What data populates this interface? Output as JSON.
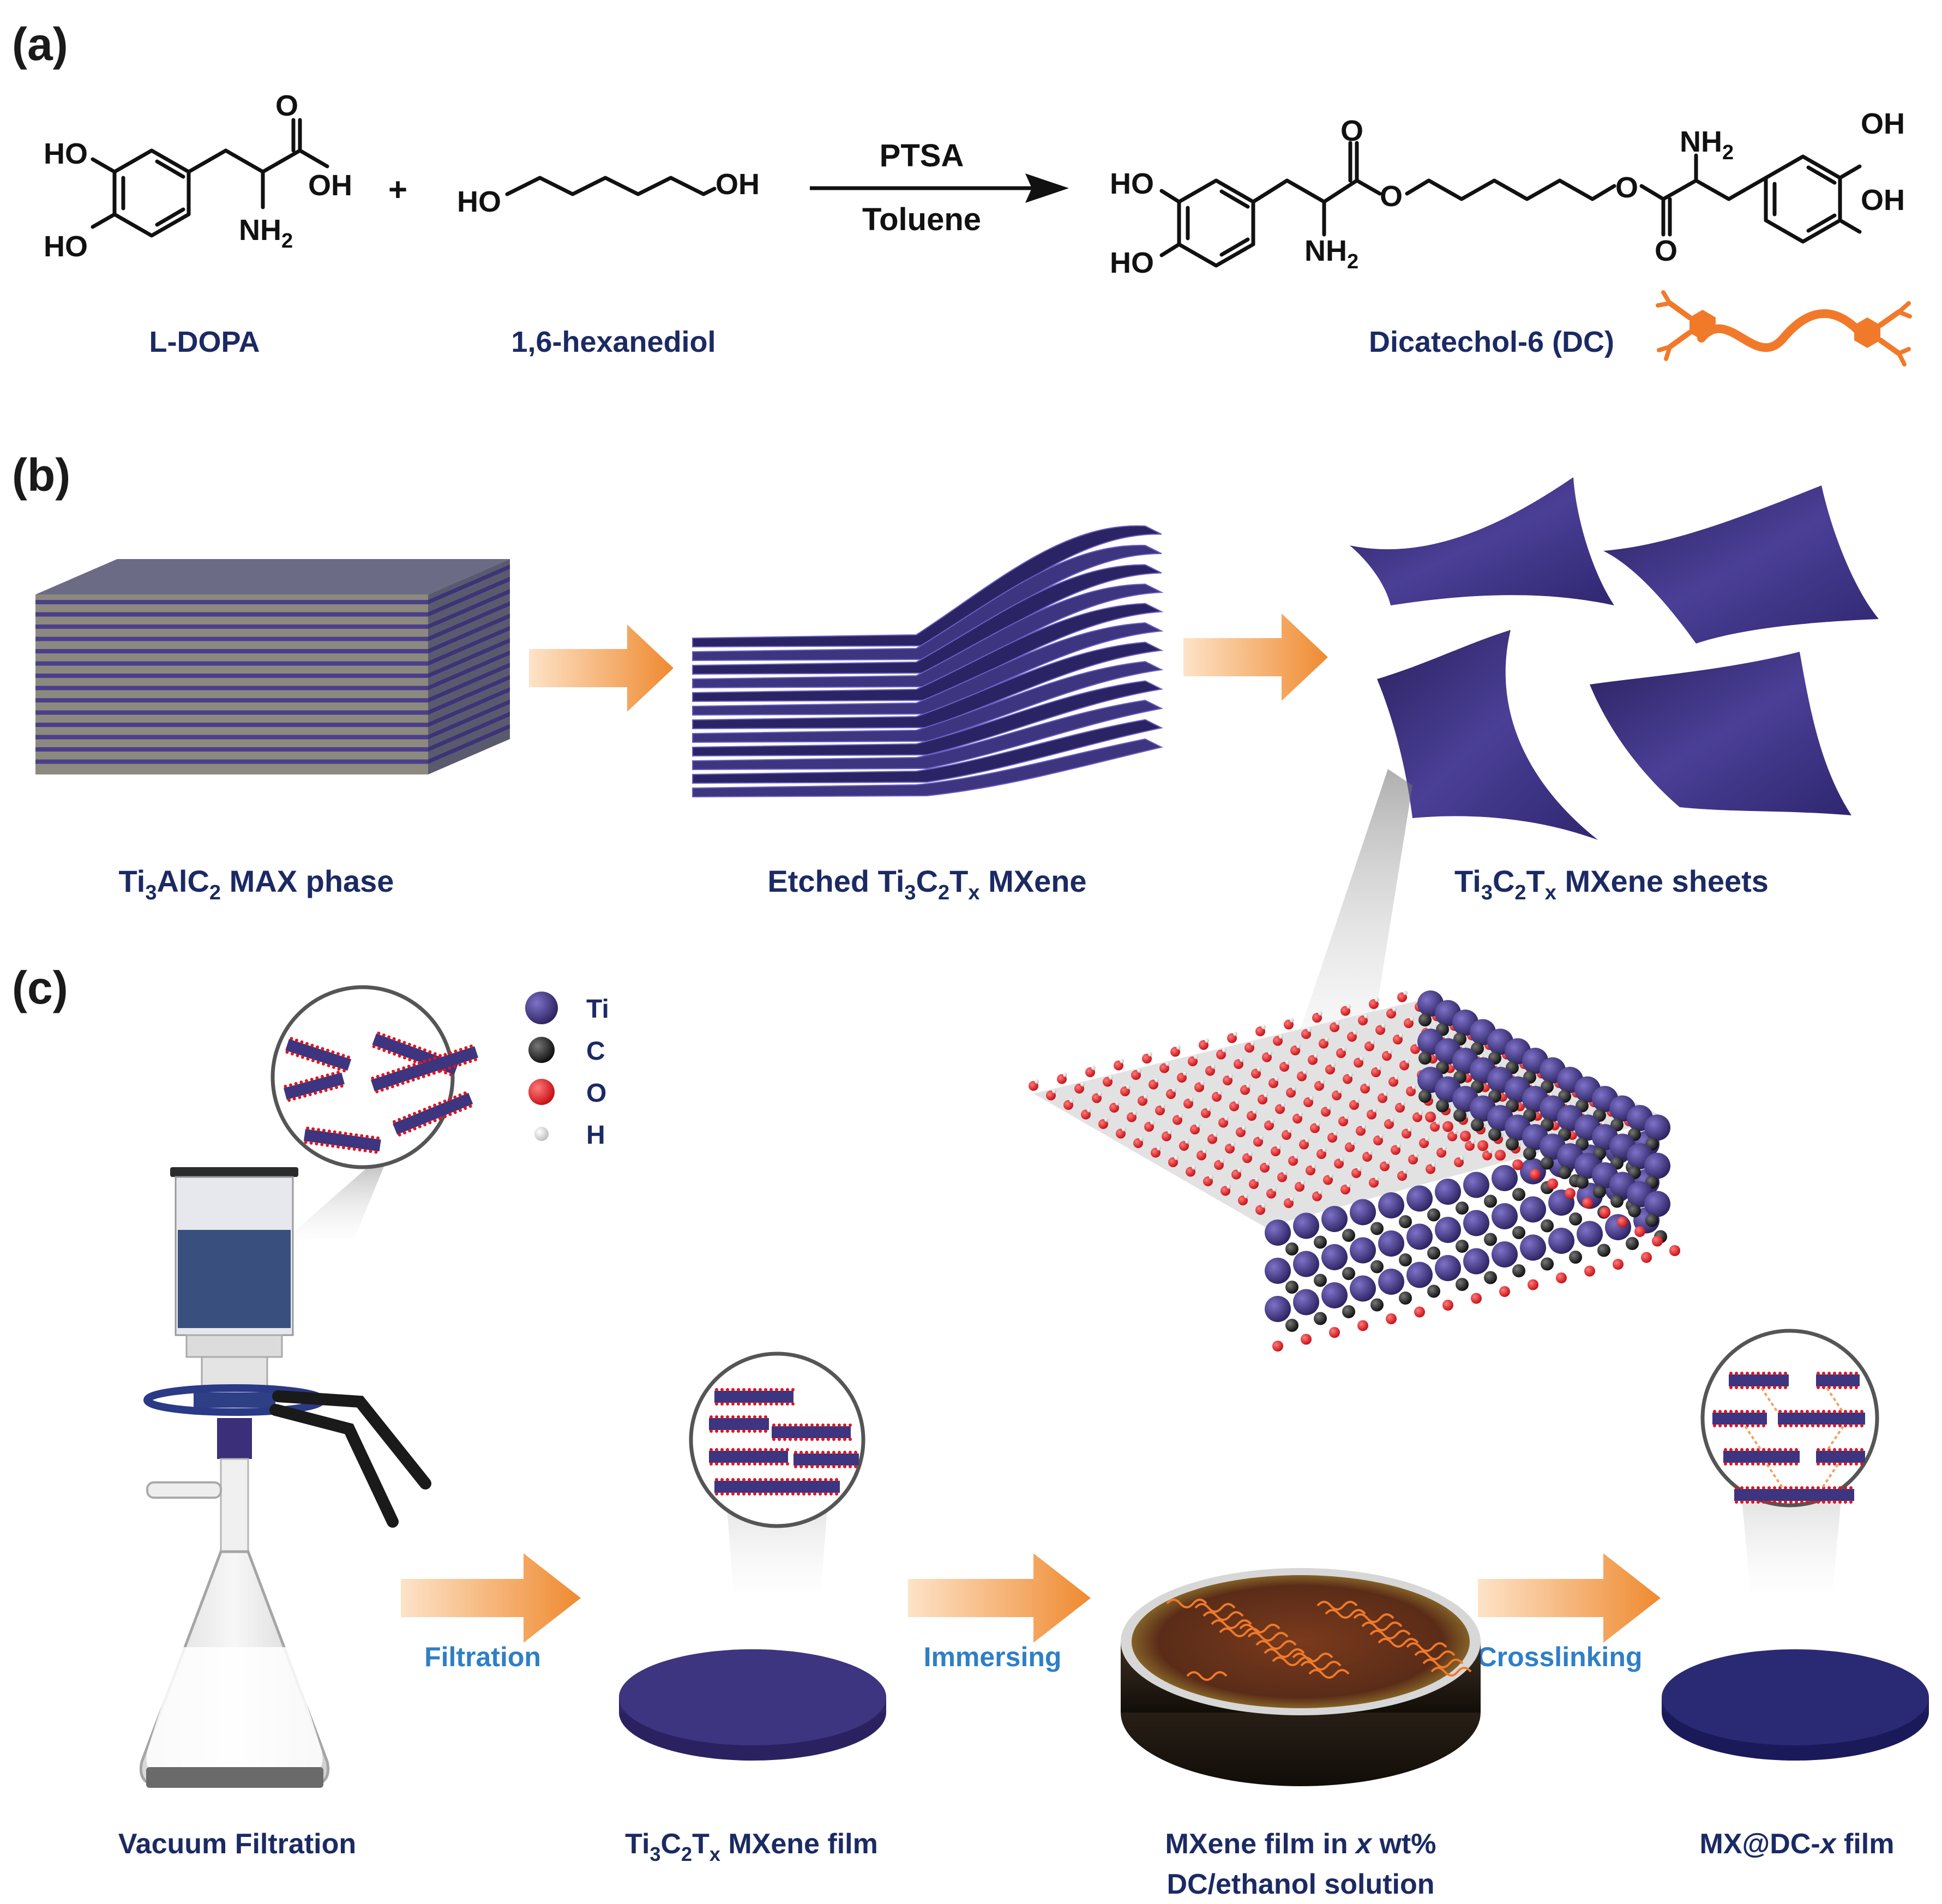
{
  "panels": {
    "a": "(a)",
    "b": "(b)",
    "c": "(c)"
  },
  "reaction": {
    "reagent_top": "PTSA",
    "reagent_bottom": "Toluene",
    "plus": "+",
    "ldopa_name": "L-DOPA",
    "hexanediol_name": "1,6-hexanediol",
    "product_name": "Dicatechol-6 (DC)",
    "atoms": {
      "ho": "HO",
      "oh": "OH",
      "o": "O",
      "nh2": "NH",
      "nh2_sub": "2"
    }
  },
  "stage_b": {
    "max_phase": {
      "pre": "Ti",
      "s1": "3",
      "mid": "AlC",
      "s2": "2",
      "post": " MAX phase"
    },
    "etched": {
      "pre": "Etched Ti",
      "s1": "3",
      "mid1": "C",
      "s2": "2",
      "mid2": "T",
      "s3": "x",
      "post": " MXene"
    },
    "sheets": {
      "pre": "Ti",
      "s1": "3",
      "mid1": "C",
      "s2": "2",
      "mid2": "T",
      "s3": "x",
      "post": " MXene sheets"
    }
  },
  "legend": [
    {
      "symbol": "Ti",
      "color": "#3b2f7a"
    },
    {
      "symbol": "C",
      "color": "#1c1c1c"
    },
    {
      "symbol": "O",
      "color": "#e0141b"
    },
    {
      "symbol": "H",
      "color": "#f2f2f2"
    }
  ],
  "process": {
    "filtration": "Filtration",
    "immersing": "Immersing",
    "crosslinking": "Crosslinking",
    "vacuum": "Vacuum Filtration",
    "film": {
      "pre": "Ti",
      "s1": "3",
      "mid1": "C",
      "s2": "2",
      "mid2": "T",
      "s3": "x",
      "post": " MXene film"
    },
    "solution_line1": {
      "pre": "MXene film in ",
      "x": "x",
      "post": " wt%"
    },
    "solution_line2": "DC/ethanol solution",
    "final": {
      "pre": "MX@DC-",
      "x": "x",
      "post": " film"
    }
  },
  "colors": {
    "mxene": "#3d3580",
    "arrow": "#f0963f",
    "label_navy": "#1b2a63",
    "label_blue": "#2f7fc6"
  }
}
